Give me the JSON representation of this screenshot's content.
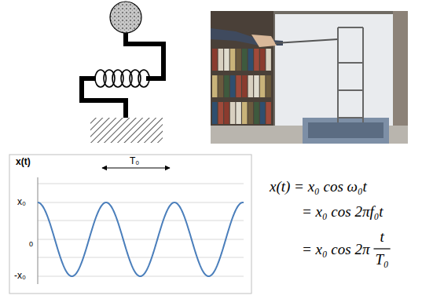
{
  "diagram": {
    "labels": [
      "x(t)",
      "T₀",
      "x₀",
      "0",
      "-x₀",
      "x(t) = x₀ cos ω₀t",
      "= x₀ cos 2πf₀t",
      "= x₀ cos 2π",
      "t",
      "T₀"
    ]
  }
}
